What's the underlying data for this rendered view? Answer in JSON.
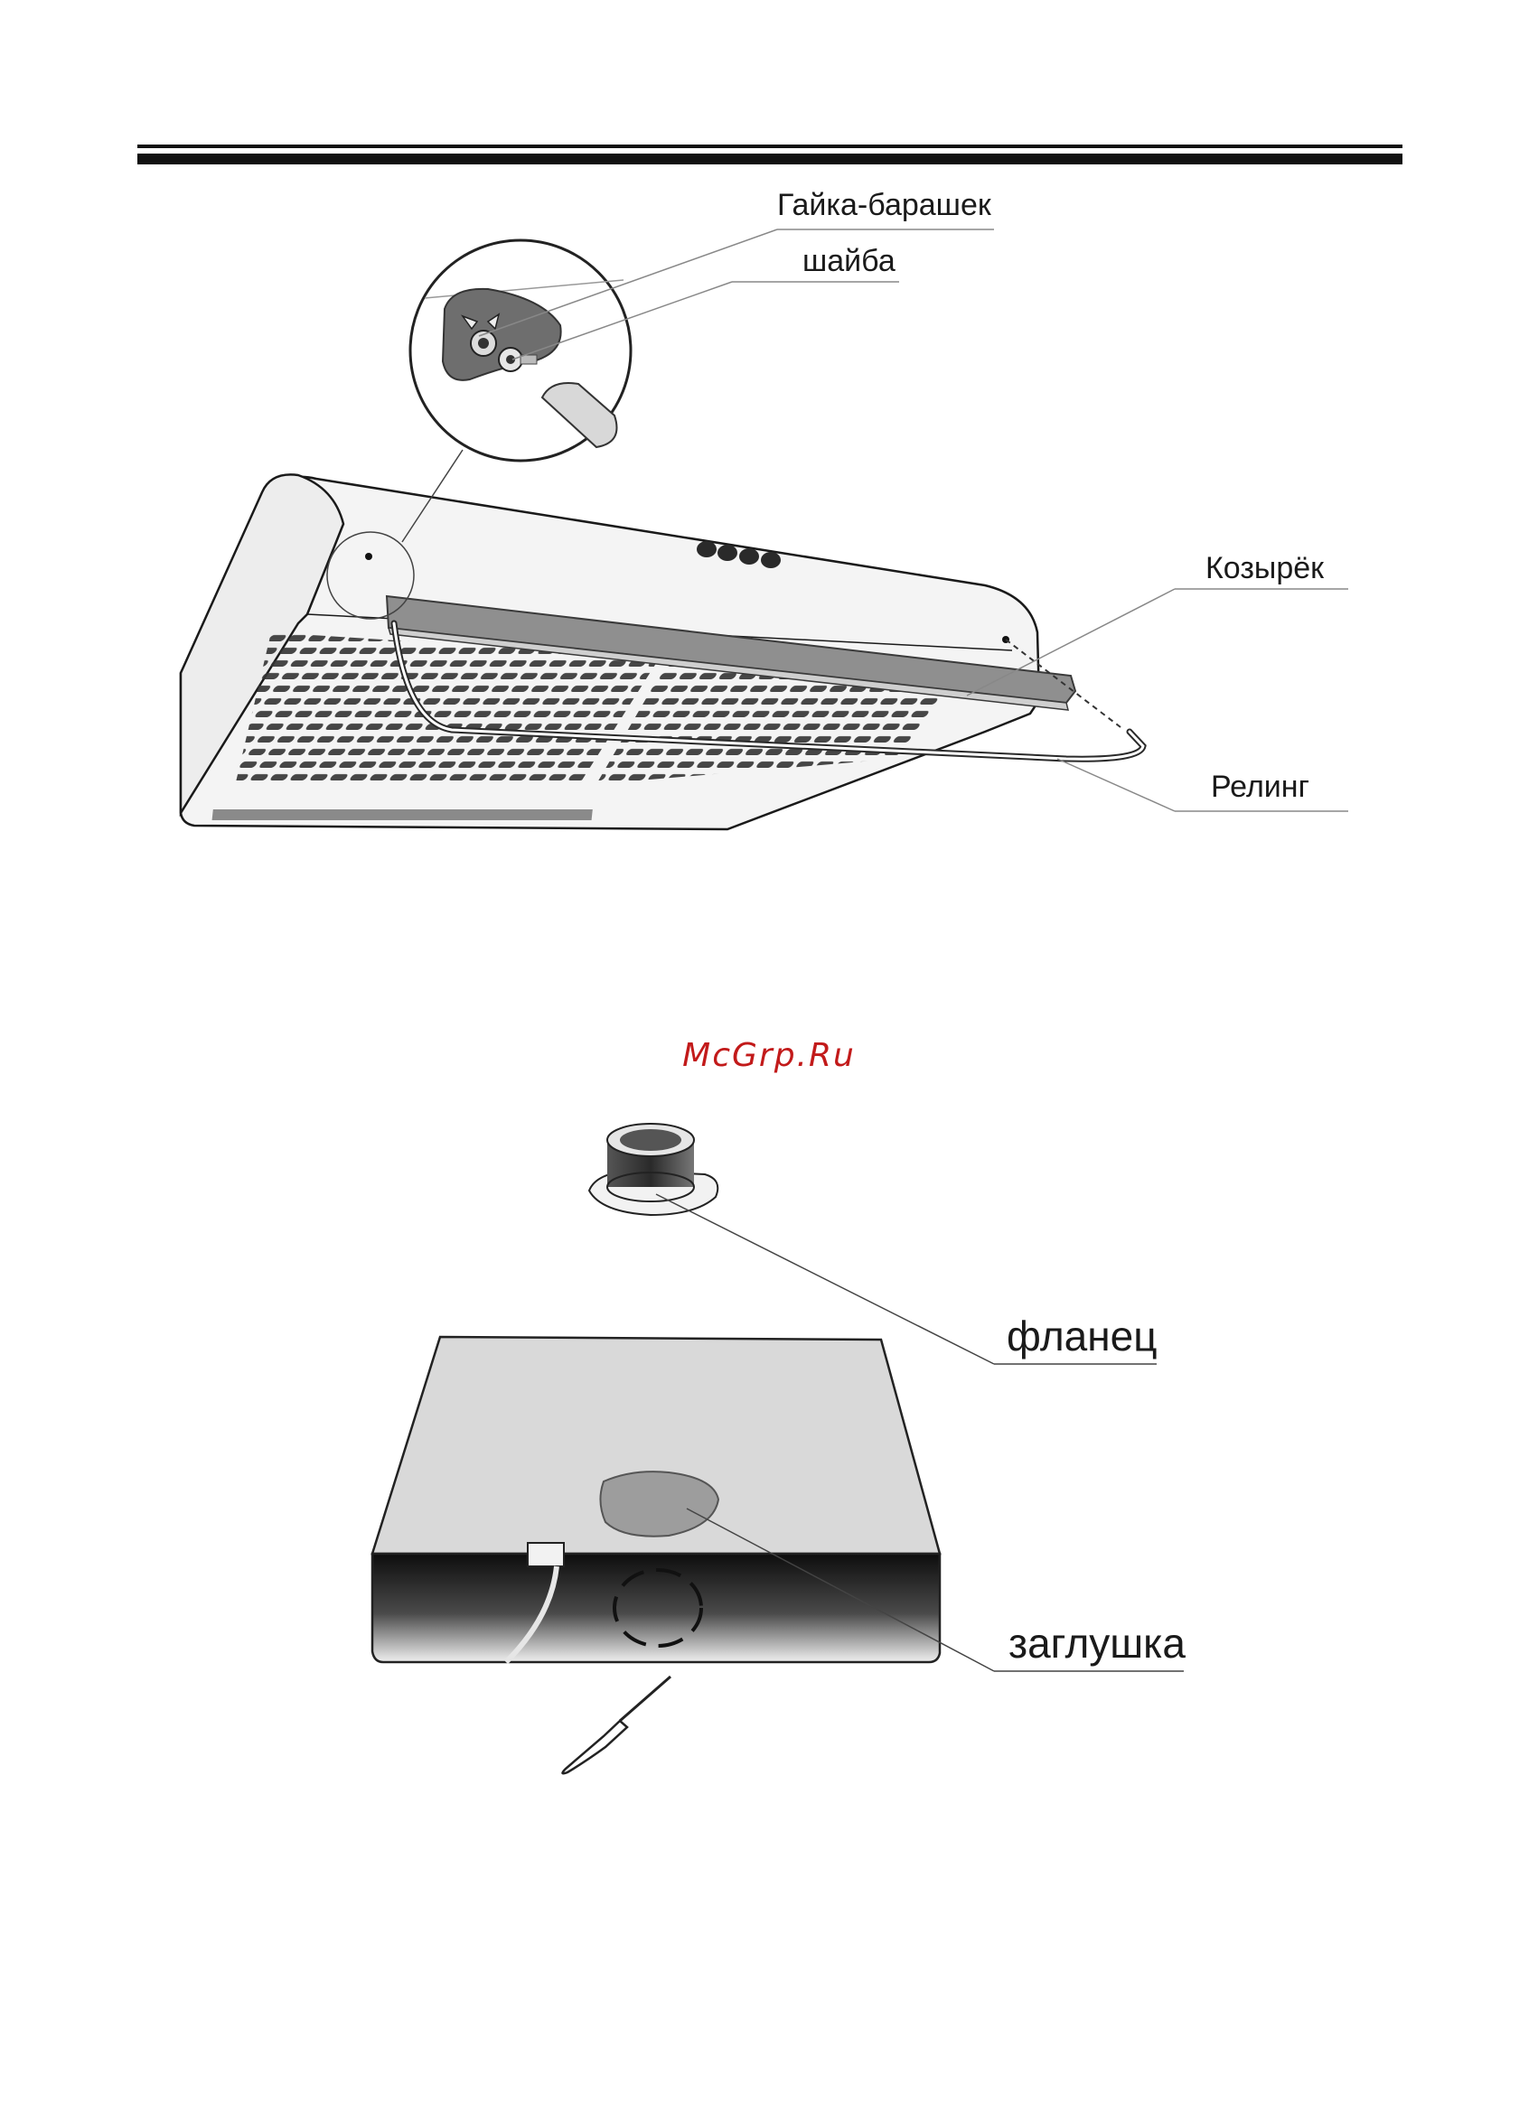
{
  "labels": {
    "wing_nut": "Гайка-барашек",
    "washer": "шайба",
    "visor": "Козырёк",
    "rail": "Релинг",
    "flange": "фланец",
    "plug": "заглушка"
  },
  "watermark": "McGrp.Ru",
  "colors": {
    "line": "#1a1a1a",
    "leader": "#7a7a7a",
    "hood_body": "#f2f2f2",
    "visor_strip": "#8c8c8c",
    "box_top": "#d9d9d9",
    "box_front": "#1c1c1c",
    "watermark": "#c21a1a"
  }
}
